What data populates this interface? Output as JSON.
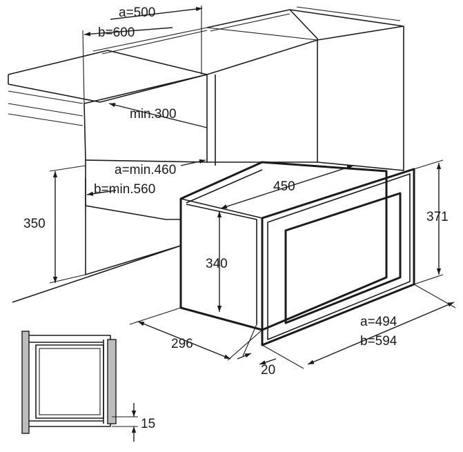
{
  "diagram": {
    "labels": {
      "cabinet_depth_a": "a=500",
      "cabinet_depth_b": "b=600",
      "upper_opening_depth": "min.300",
      "niche_depth_a": "a=min.460",
      "niche_depth_b": "b=min.560",
      "niche_height": "350",
      "oven_depth": "450",
      "oven_height": "340",
      "front_height": "371",
      "oven_width": "296",
      "front_width_a": "a=494",
      "front_width_b": "b=594",
      "front_offset": "20",
      "frame_offset": "15"
    }
  }
}
